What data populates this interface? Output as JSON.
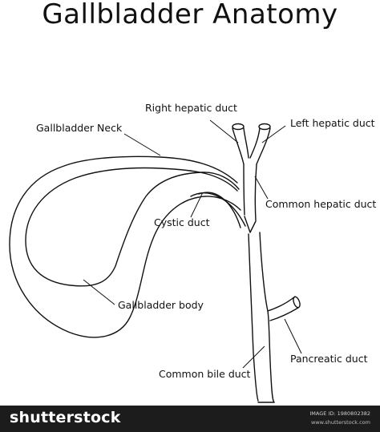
{
  "title": "Gallbladder Anatomy",
  "labels": {
    "right_hepatic_duct": "Right hepatic duct",
    "left_hepatic_duct": "Left hepatic duct",
    "gallbladder_neck": "Gallbladder Neck",
    "common_hepatic_duct": "Common hepatic duct",
    "cystic_duct": "Cystic duct",
    "gallbladder_body": "Gallbladder body",
    "pancreatic_duct": "Pancreatic duct",
    "common_bile_duct": "Common bile duct"
  },
  "footer": {
    "logo": "shutterstock",
    "image_id": "IMAGE ID: 1980802382",
    "site": "www.shutterstock.com"
  },
  "colors": {
    "line": "#111111",
    "footer_bg": "#1c1c1c",
    "footer_text": "#ffffff"
  }
}
